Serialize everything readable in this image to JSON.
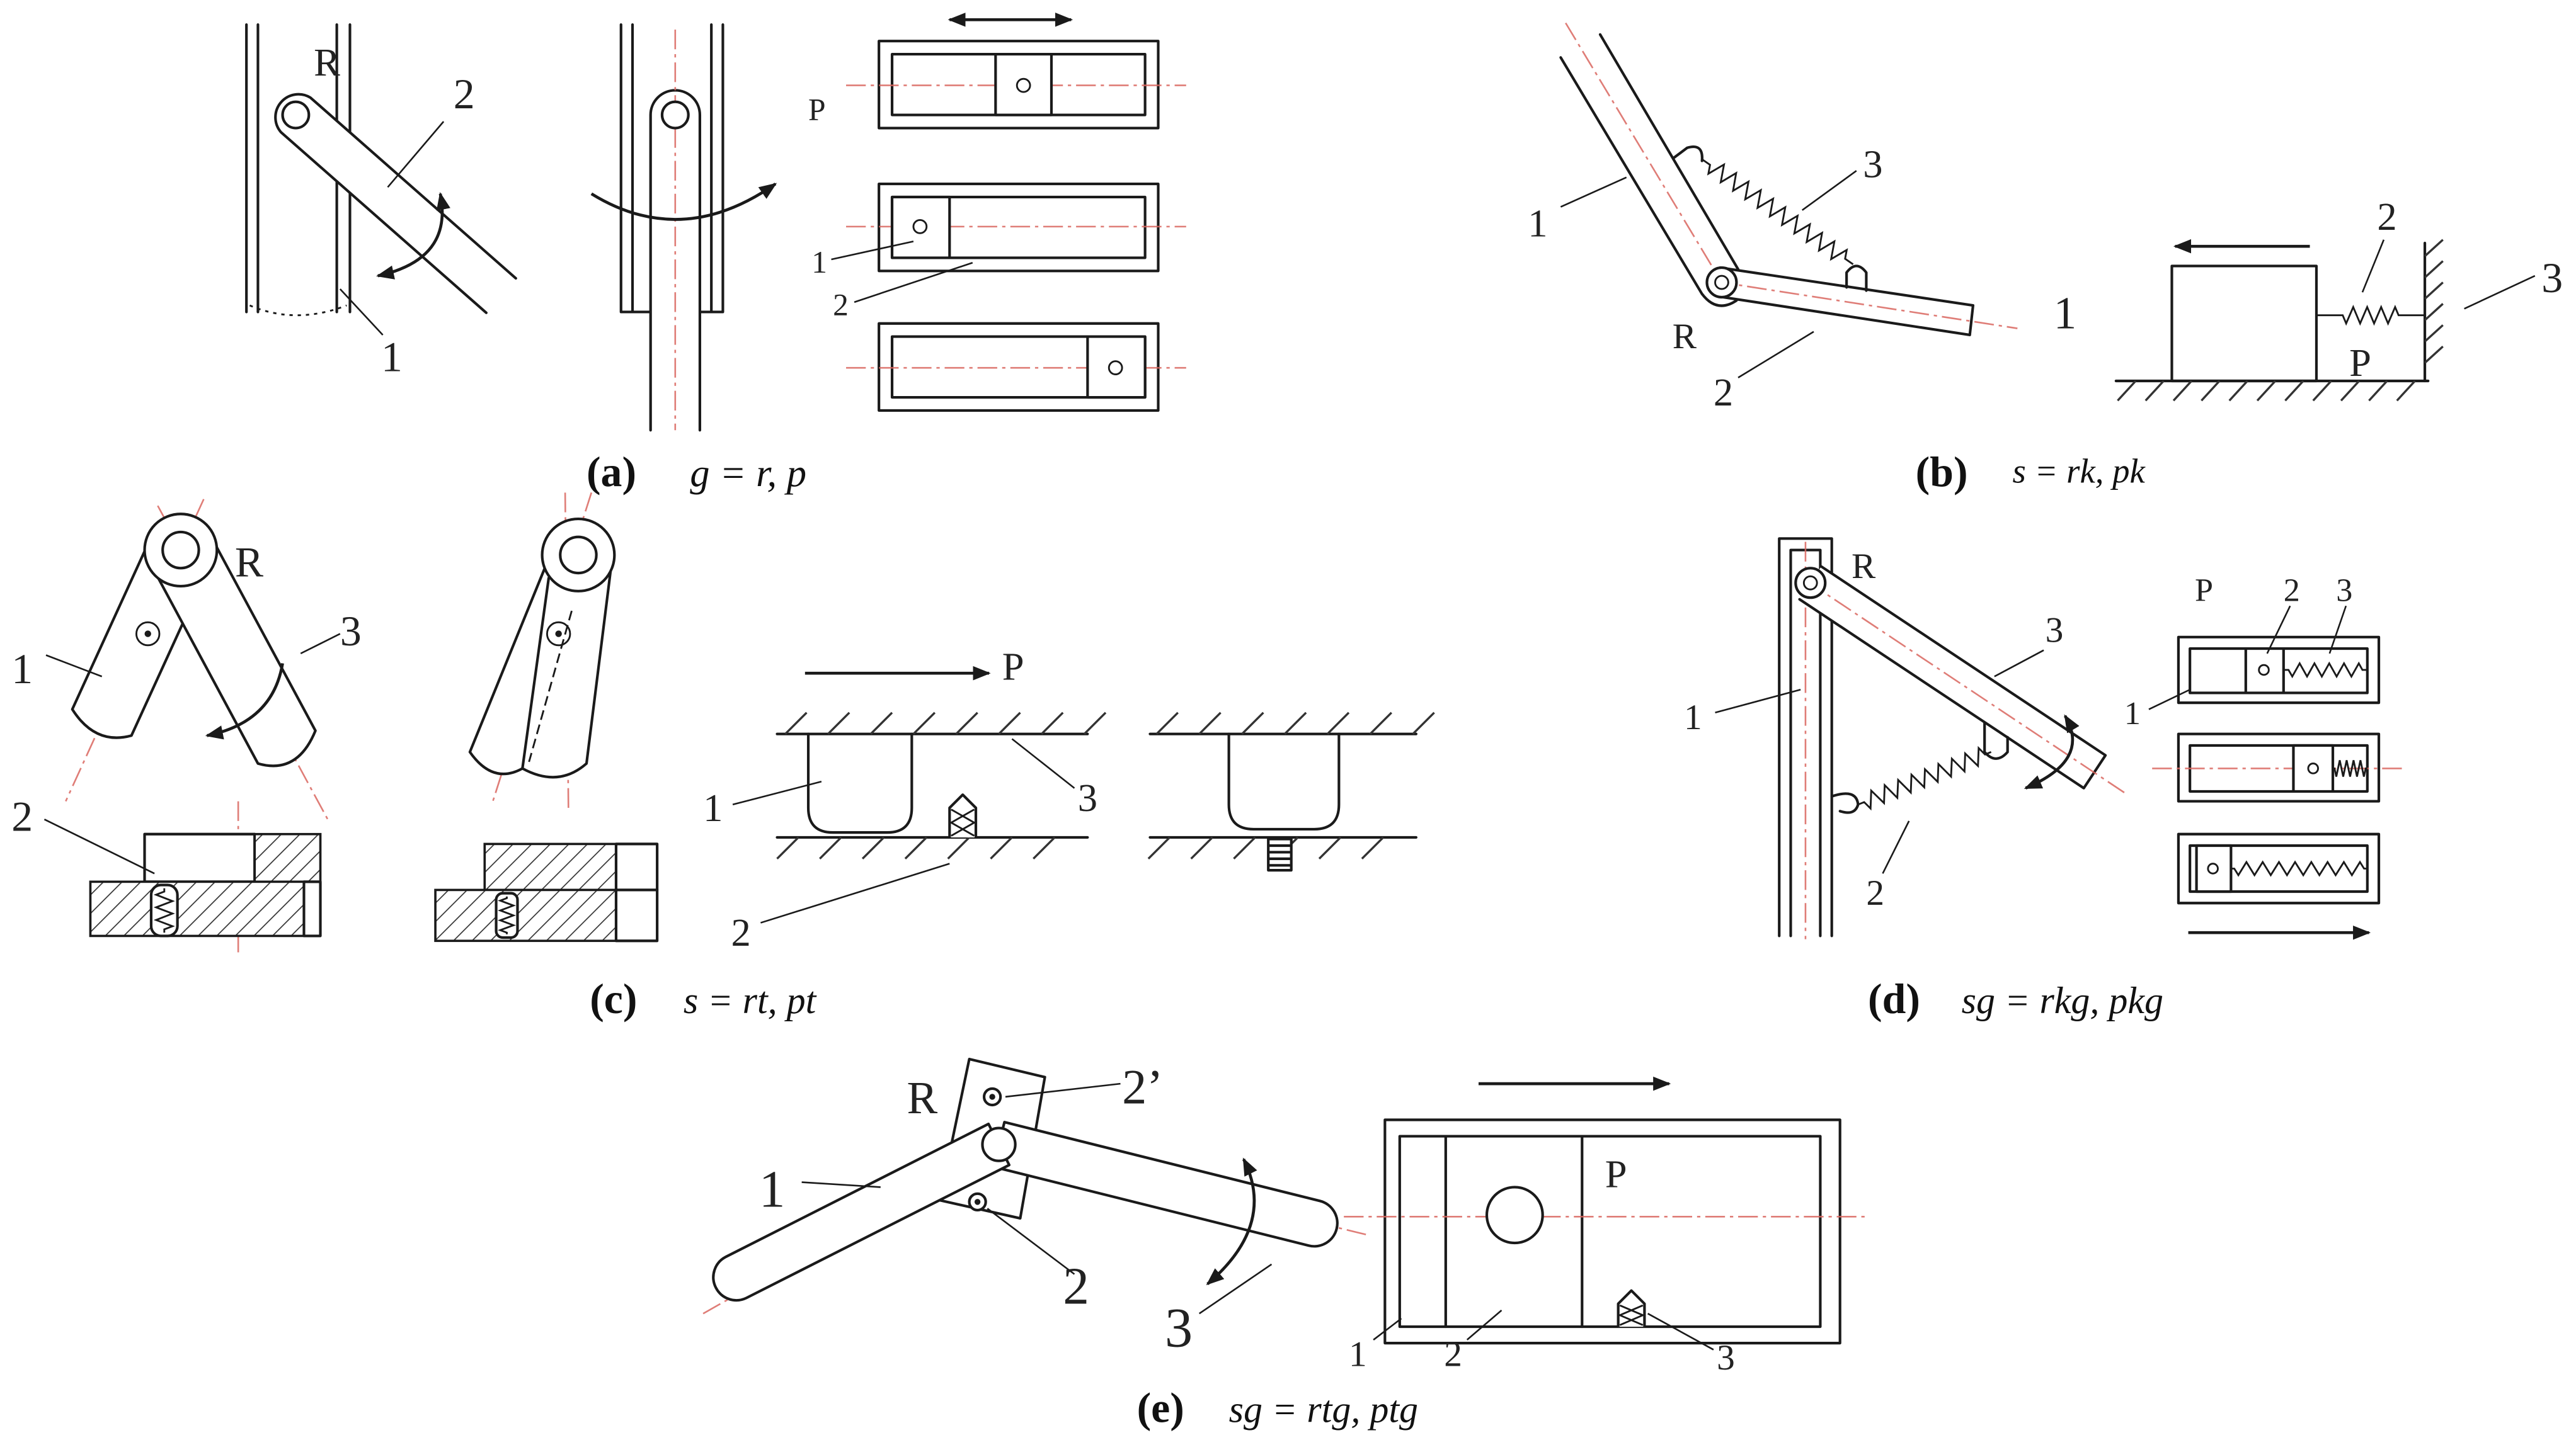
{
  "colors": {
    "line": "#1a1a1a",
    "centerline": "#d9665f",
    "hatch": "#333333"
  },
  "panels": {
    "a": {
      "caption_letter": "(a)",
      "caption_formula": "g = r, p",
      "labels": [
        "R",
        "2",
        "1",
        "P",
        "1",
        "2"
      ]
    },
    "b": {
      "caption_letter": "(b)",
      "caption_formula": "s = rk, pk",
      "labels": [
        "3",
        "1",
        "R",
        "2",
        "2",
        "1",
        "P",
        "3"
      ]
    },
    "c": {
      "caption_letter": "(c)",
      "caption_formula": "s = rt, pt",
      "labels": [
        "R",
        "1",
        "3",
        "2",
        "P",
        "1",
        "3",
        "2"
      ]
    },
    "d": {
      "caption_letter": "(d)",
      "caption_formula": "sg = rkg, pkg",
      "labels": [
        "R",
        "3",
        "1",
        "2",
        "P",
        "2",
        "3",
        "1"
      ]
    },
    "e": {
      "caption_letter": "(e)",
      "caption_formula": "sg = rtg, ptg",
      "labels": [
        "R",
        "2’",
        "1",
        "2",
        "3",
        "P",
        "1",
        "2",
        "3"
      ]
    }
  }
}
